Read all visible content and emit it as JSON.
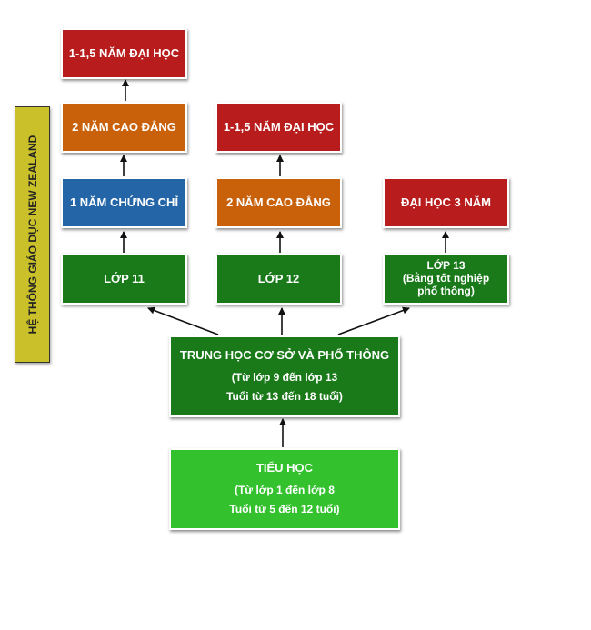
{
  "side_label": "HỆ THỐNG GIÁO DỤC NEW ZEALAND",
  "colors": {
    "red": "#b81c1c",
    "orange": "#c8610a",
    "blue": "#2465a8",
    "dark_green": "#1a7a1a",
    "light_green": "#33c22e",
    "label_yellow": "#c9c02a"
  },
  "boxes": {
    "university_left": "1-1,5 NĂM ĐẠI HỌC",
    "college_left": "2 NĂM CAO ĐẲNG",
    "certificate": "1 NĂM CHỨNG CHỈ",
    "grade11": "LỚP 11",
    "university_mid": "1-1,5 NĂM ĐẠI HỌC",
    "college_mid": "2 NĂM CAO ĐẲNG",
    "grade12": "LỚP 12",
    "university_right": "ĐẠI HỌC 3 NĂM",
    "grade13": {
      "title": "LỚP 13",
      "line2": "(Bằng tốt nghiệp",
      "line3": "phổ thông)"
    },
    "secondary": {
      "title": "TRUNG HỌC CƠ SỞ VÀ PHỔ THÔNG",
      "line2": "(Từ lớp 9 đến lớp 13",
      "line3": "Tuổi từ 13 đến 18 tuổi)"
    },
    "primary": {
      "title": "TIỂU HỌC",
      "line2": "(Từ lớp 1 đến lớp 8",
      "line3": "Tuổi từ 5 đến 12 tuổi)"
    }
  }
}
